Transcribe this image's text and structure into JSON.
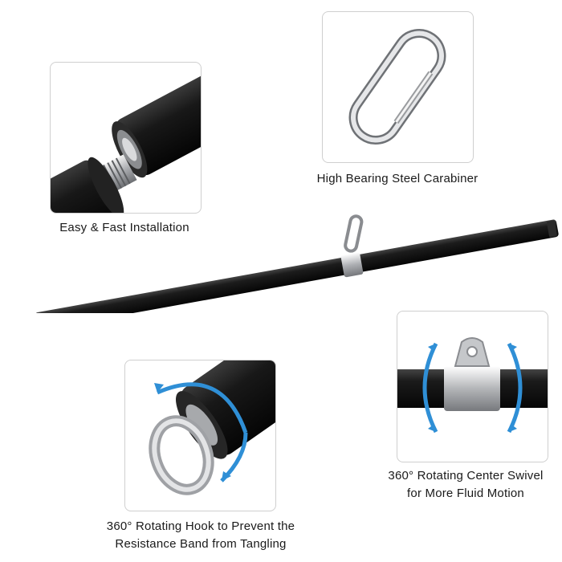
{
  "features": {
    "carabiner": {
      "caption": "High Bearing Steel Carabiner"
    },
    "installation": {
      "caption": "Easy & Fast Installation"
    },
    "swivel": {
      "caption_line1": "360° Rotating Center Swivel",
      "caption_line2": "for More Fluid Motion"
    },
    "hook": {
      "caption_line1": "360° Rotating Hook to Prevent the",
      "caption_line2": "Resistance Band from Tangling"
    }
  },
  "colors": {
    "foam": "#141414",
    "steel": "#c7c9cc",
    "arrow_blue": "#2f8fd6",
    "panel_border": "#cfcfcf"
  }
}
